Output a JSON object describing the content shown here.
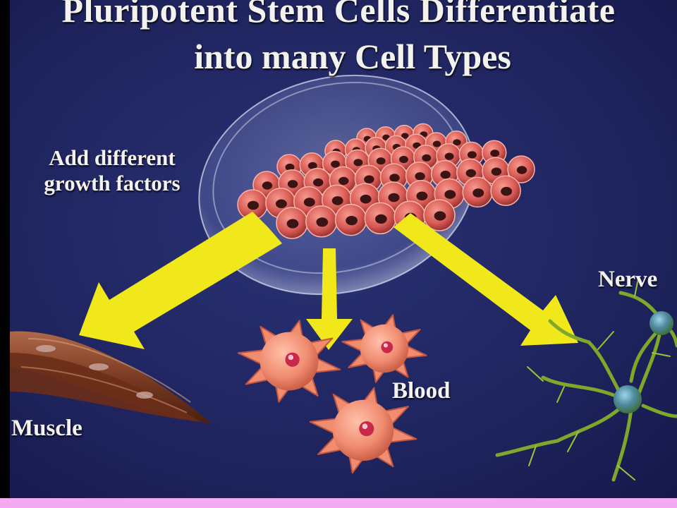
{
  "title": {
    "line1": "Pluripotent Stem Cells Differentiate",
    "line2": "into many Cell Types"
  },
  "dish_label": "Add different growth factors",
  "cell_types": {
    "muscle": "Muscle",
    "blood": "Blood",
    "nerve": "Nerve"
  },
  "colors": {
    "background": "#1e235c",
    "arrow": "#f0e81a",
    "cells": "#d95a55",
    "nerve": "#7fa82a",
    "muscle": "#7a3b22",
    "bottom_bar": "#f3aaf0",
    "text": "#f4f2ee"
  }
}
